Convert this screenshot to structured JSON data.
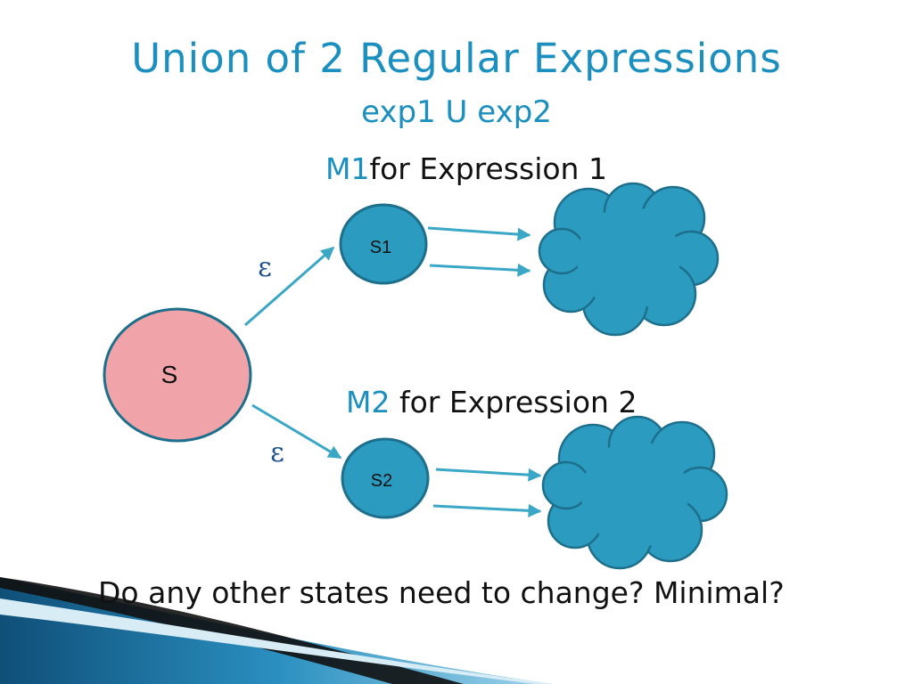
{
  "slide": {
    "title": "Union of 2 Regular Expressions",
    "subtitle": "exp1 U exp2",
    "m1_tag": "M1",
    "m1_text": "for Expression 1",
    "m2_tag": "M2",
    "m2_text": " for Expression 2",
    "question": "Do any other states need to change? Minimal?"
  },
  "diagram": {
    "start_state": "S",
    "state_1": "S1",
    "state_2": "S2",
    "epsilon_1": "ε",
    "epsilon_2": "ε"
  },
  "colors": {
    "title": "#1b8fbf",
    "start_fill": "#f0a3a8",
    "node_fill": "#2b9bc0",
    "node_stroke": "#1d6f8c",
    "arrow": "#3aa7c6"
  }
}
